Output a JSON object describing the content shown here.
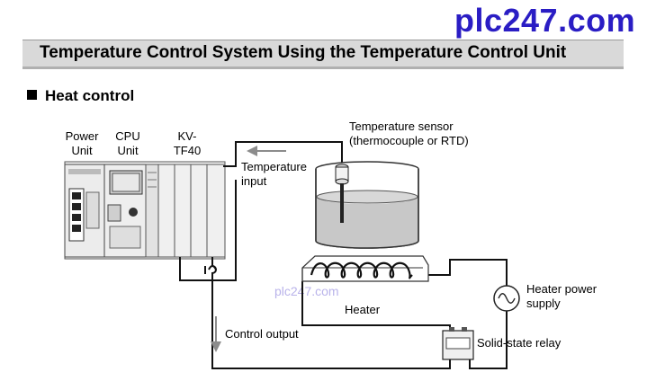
{
  "brand": "plc247.com",
  "title": "Temperature Control System Using the Temperature Control Unit",
  "section": "Heat control",
  "labels": {
    "power_unit": [
      "Power",
      "Unit"
    ],
    "cpu_unit": [
      "CPU",
      "Unit"
    ],
    "kv_unit": [
      "KV-",
      "TF40"
    ],
    "temperature_input": [
      "Temperature",
      "input"
    ],
    "temperature_sensor": [
      "Temperature sensor",
      "(thermocouple or RTD)"
    ],
    "heater": "Heater",
    "heater_power_supply": [
      "Heater power",
      "supply"
    ],
    "control_output": "Control output",
    "ssr": "Solid-state relay"
  },
  "watermark": "plc247.com",
  "colors": {
    "brand": "#2a1dc4",
    "banner": "#d9d9d9",
    "arrow": "#8c8c8c",
    "water": "#c8c8c8"
  }
}
